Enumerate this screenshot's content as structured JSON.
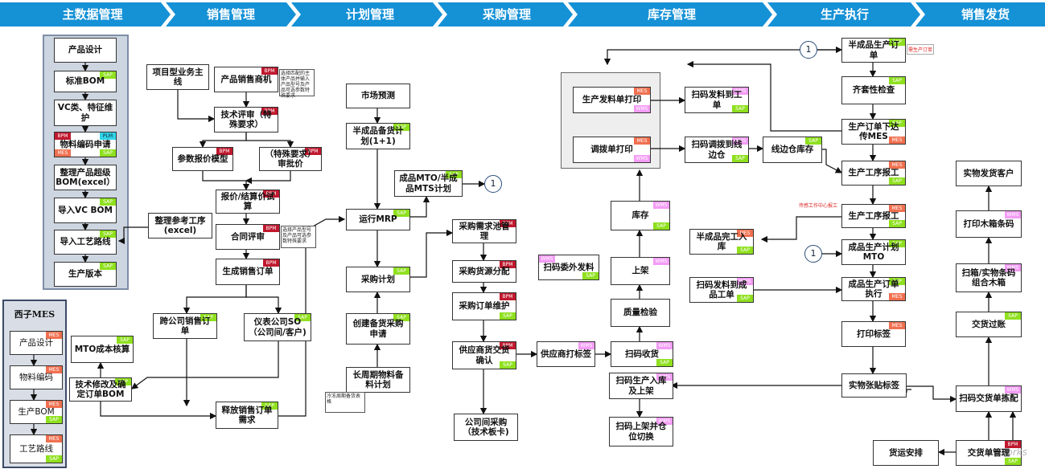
{
  "header": {
    "stages": [
      "主数据管理",
      "销售管理",
      "计划管理",
      "采购管理",
      "库存管理",
      "生产执行",
      "销售发货"
    ],
    "color": "#1591d6"
  },
  "tags": {
    "sap": "SAP",
    "mes": "MES",
    "bpm": "BPM",
    "wms": "WMS",
    "plm": "PLM"
  },
  "tag_colors": {
    "SAP": "#8fe01e",
    "MES": "#f07050",
    "BPM": "#c0182e",
    "WMS": "#f39cf5",
    "PLM": "#2fd3e8"
  },
  "master": {
    "product_design": "产品设计",
    "std_bom": "标准BOM",
    "vc_class": "VC类、特征维护",
    "material_code": "物料编码申请",
    "super_bom": "整理产品超级BOM(excel）",
    "import_vc_bom": "导入VC BOM",
    "import_routing": "导入工艺路线",
    "prod_version": "生产版本"
  },
  "mes_panel": {
    "title": "西子MES",
    "product_design": "产品设计",
    "material_code": "物料编码",
    "prod_bom": "生产BOM",
    "routing": "工艺路线"
  },
  "sales": {
    "project_line": "项目型业务主线",
    "opportunity": "产品销售商机",
    "opportunity_note": "选择匹配的主体产品并输入产品型号及产品可选参数特殊要求",
    "tech_review": "技术评审（特殊要求）",
    "param_quote": "参数报价模型",
    "special_approve": "（特殊要求）审批价",
    "quote": "报价/结算价试算",
    "contract_review": "合同评审",
    "contract_note": "选择产品型号及产品可选参数特殊要求",
    "gen_order": "生成销售订单",
    "intercompany": "跨公司销售订单",
    "instrument_so": "仪表公司SO（公司间/客户)",
    "mto_cost": "MTO成本核算",
    "tech_confirm": "技术修改及确定订单BOM",
    "routing_excel": "整理参考工序(excel)",
    "release_order": "释放销售订单需求"
  },
  "plan": {
    "forecast": "市场预测",
    "semi_stock": "半成品备货计划(1+1)",
    "mto_mts": "成品MTO/半成品MTS计划",
    "mrp": "运行MRP",
    "purchase_plan": "采购计划",
    "create_po_req": "创建备货采购申请",
    "long_cycle": "长周期物料备料计划",
    "long_note": "冷冻周期备货表格"
  },
  "purchase": {
    "req_pool": "采购需求池管理",
    "source": "采购货源分配",
    "po_maint": "采购订单维护",
    "supplier_confirm": "供应商货交货确认",
    "interco_po": "公司间采购（技术板卡)"
  },
  "inventory": {
    "issue_print": "生产发料单打印",
    "transfer_print": "调拨单打印",
    "scan_issue": "扫码发料到工单",
    "scan_transfer": "扫码调拨到线边仓",
    "line_stock": "线边仓库存",
    "stock": "库存",
    "shelve": "上架",
    "qc": "质量检验",
    "scan_receive": "扫码收货",
    "supplier_label": "供应商打标签",
    "scan_outsource": "扫码委外发料",
    "scan_prod_shelve": "扫码生产入库及上架",
    "scan_shelve_switch": "扫码上架并仓位切换"
  },
  "production": {
    "semi_order": "半成品生产订单",
    "semi_order_note": "需生产订单",
    "kitting": "齐套性检查",
    "order_to_mes": "生产订单下达传MES",
    "report1": "生产工序报工",
    "report2": "生产工序报工",
    "report_note": "传感工作中心报工",
    "semi_done": "半成品完工入库",
    "fg_plan": "成品生产计划MTO",
    "scan_issue_fg": "扫码发料到成品工单",
    "fg_exec": "成品生产订单执行",
    "print_label": "打印标签",
    "label_paste": "实物张贴标签"
  },
  "delivery": {
    "to_customer": "实物发货客户",
    "print_box": "打印木箱条码",
    "scan_box": "扫箱/实物条码组合木箱",
    "delivery_post": "交货过账",
    "scan_pick": "扫码交货单拣配",
    "delivery_mgmt": "交货单管理",
    "shipping": "货运安排"
  },
  "connectors": {
    "c1": "1",
    "c2": "1",
    "c3": "1"
  },
  "watermark": "e-works"
}
